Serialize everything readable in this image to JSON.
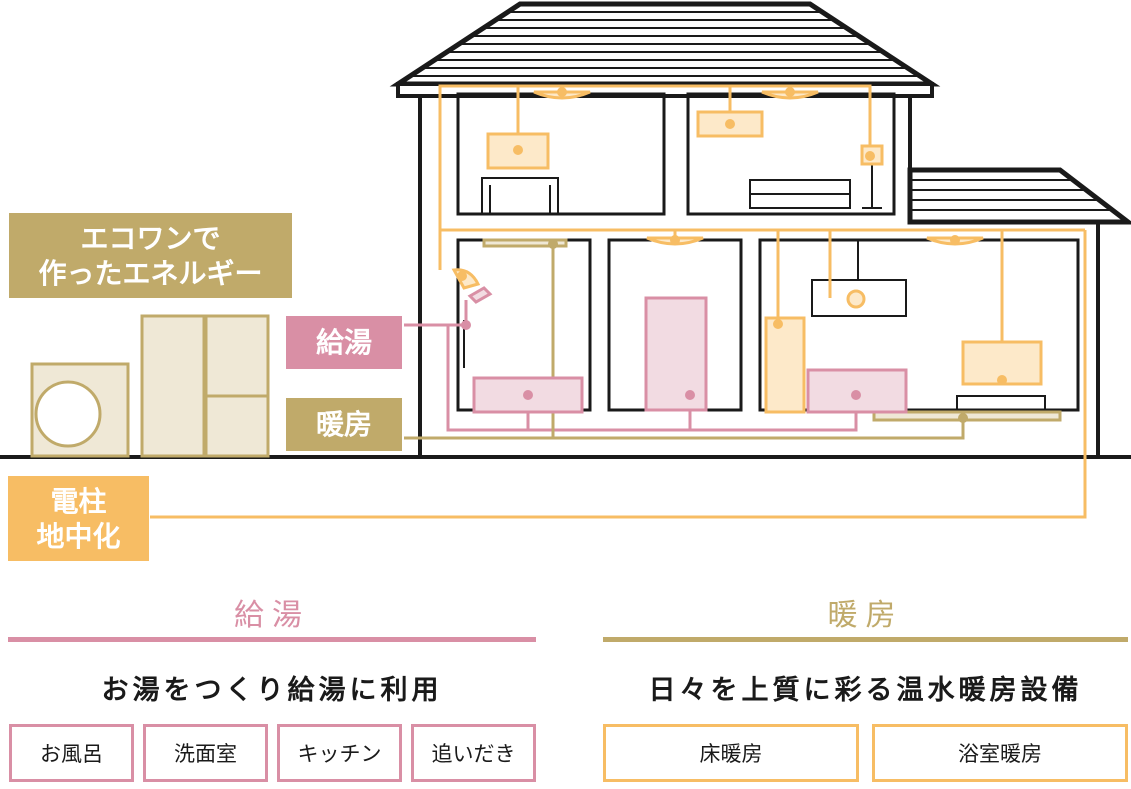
{
  "colors": {
    "orange": "#f7bd64",
    "orange_fill": "#fde9c9",
    "pink": "#d98fa5",
    "pink_fill": "#f2dbe2",
    "gold": "#c0aa6a",
    "gold_fill": "#efe8d6",
    "outline": "#1a1a1a"
  },
  "labels": {
    "eco_energy": "エコワンで\n作ったエネルギー",
    "hot_water": "給湯",
    "heating": "暖房",
    "underground_power": "電柱\n地中化"
  },
  "sections": {
    "hot_water": {
      "title": "給湯",
      "subtitle": "お湯をつくり給湯に利用",
      "items": [
        "お風呂",
        "洗面室",
        "キッチン",
        "追いだき"
      ]
    },
    "heating": {
      "title": "暖房",
      "subtitle": "日々を上質に彩る温水暖房設備",
      "items": [
        "床暖房",
        "浴室暖房"
      ]
    }
  }
}
